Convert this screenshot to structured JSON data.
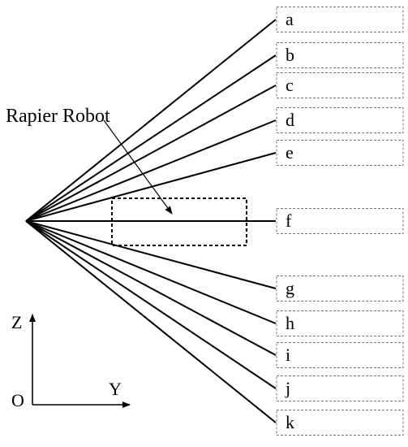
{
  "robot_label": "Rapier Robot",
  "axes": {
    "origin": "O",
    "vertical": "Z",
    "horizontal": "Y"
  },
  "rays": [
    {
      "label": "a"
    },
    {
      "label": "b"
    },
    {
      "label": "c"
    },
    {
      "label": "d"
    },
    {
      "label": "e"
    },
    {
      "label": "f"
    },
    {
      "label": "g"
    },
    {
      "label": "h"
    },
    {
      "label": "i"
    },
    {
      "label": "j"
    },
    {
      "label": "k"
    }
  ],
  "colors": {
    "line": "#000000",
    "box_border": "#777777"
  }
}
